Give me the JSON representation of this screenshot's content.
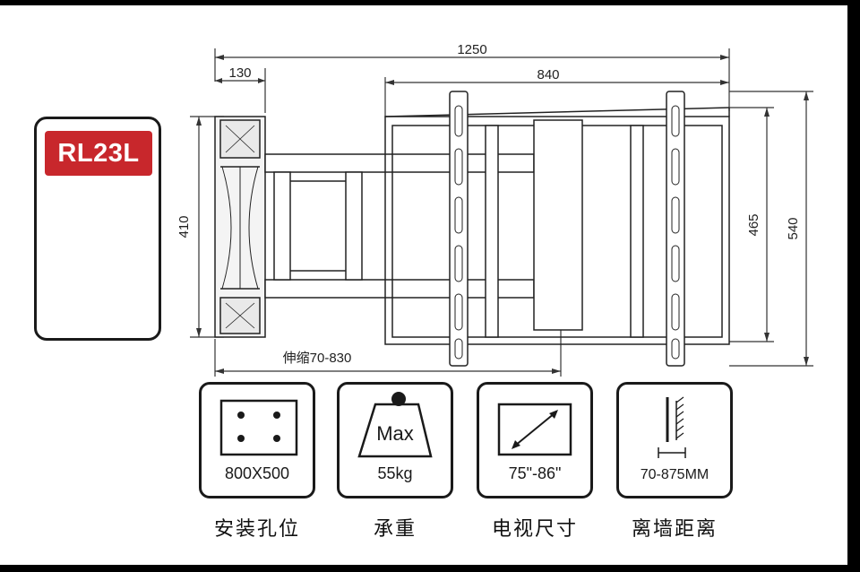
{
  "model": {
    "name": "RL23L",
    "accent_color": "#c8272c"
  },
  "dimensions": {
    "overall_width": "1250",
    "wall_plate_width": "130",
    "tv_bracket_width": "840",
    "wall_plate_height": "410",
    "bracket_inner_height": "465",
    "bracket_outer_height": "540",
    "extension_range": "伸缩70-830"
  },
  "specs": [
    {
      "icon": "vesa-holes-icon",
      "value": "800X500",
      "caption": "安装孔位"
    },
    {
      "icon": "max-load-icon",
      "icon_text": "Max",
      "value": "55kg",
      "caption": "承重"
    },
    {
      "icon": "tv-size-icon",
      "value": "75\"-86\"",
      "caption": "电视尺寸"
    },
    {
      "icon": "wall-distance-icon",
      "value": "70-875MM",
      "caption": "离墙距离"
    }
  ]
}
